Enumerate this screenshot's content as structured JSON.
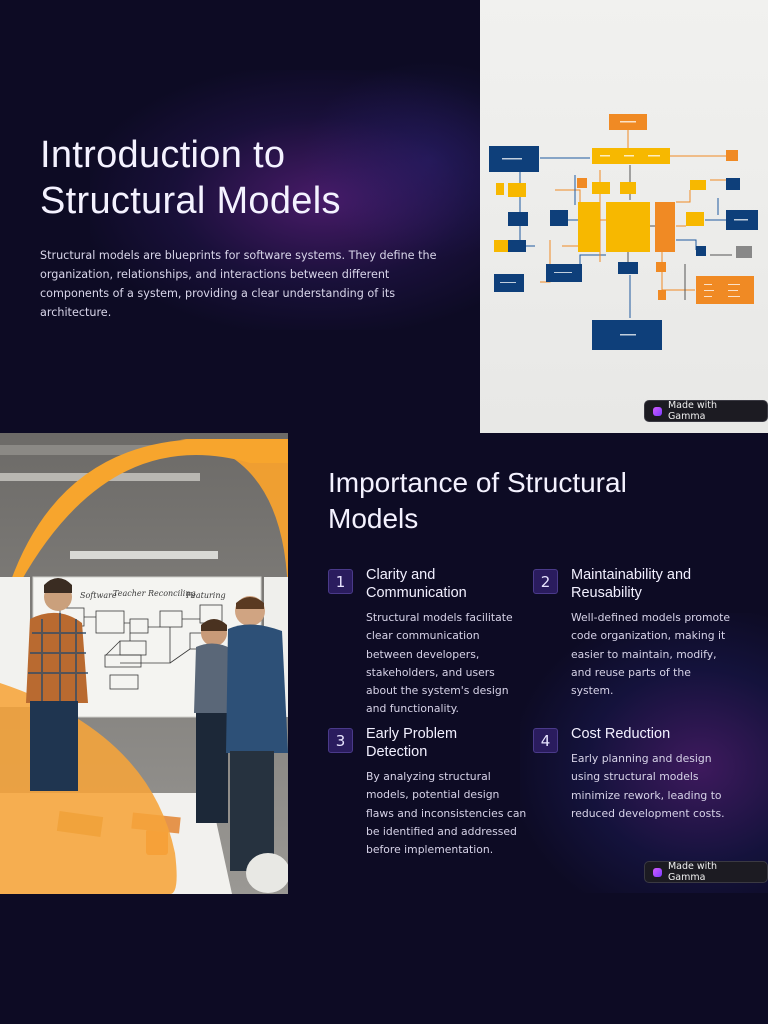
{
  "slide1": {
    "title_line1": "Introduction to",
    "title_line2": "Structural Models",
    "description": "Structural models are blueprints for software systems. They define the organization, relationships, and interactions between different components of a system, providing a clear understanding of its architecture."
  },
  "slide2": {
    "title_line1": "Importance of Structural",
    "title_line2": "Models",
    "cards": [
      {
        "number": "1",
        "title_line1": "Clarity and",
        "title_line2": "Communication",
        "text": "Structural models facilitate clear communication between developers, stakeholders, and users about the system's design and functionality."
      },
      {
        "number": "2",
        "title_line1": "Maintainability and",
        "title_line2": "Reusability",
        "text": "Well-defined models promote code organization, making it easier to maintain, modify, and reuse parts of the system."
      },
      {
        "number": "3",
        "title_line1": "Early Problem",
        "title_line2": "Detection",
        "text": "By analyzing structural models, potential design flaws and inconsistencies can be identified and addressed before implementation."
      },
      {
        "number": "4",
        "title_line1": "Cost Reduction",
        "title_line2": "",
        "text": "Early planning and design using structural models minimize rework, leading to reduced development costs."
      }
    ]
  },
  "badge": {
    "label": "Made with Gamma",
    "icon": "gamma-logo-icon"
  },
  "whiteboard": {
    "heading1": "Software",
    "heading2": "Teacher Reconciling",
    "heading3": "Featuring"
  },
  "colors": {
    "background": "#0d0b24",
    "accent_orange": "#f5a623",
    "accent_blue": "#0e3f7a",
    "accent_yellow": "#f7b800"
  }
}
